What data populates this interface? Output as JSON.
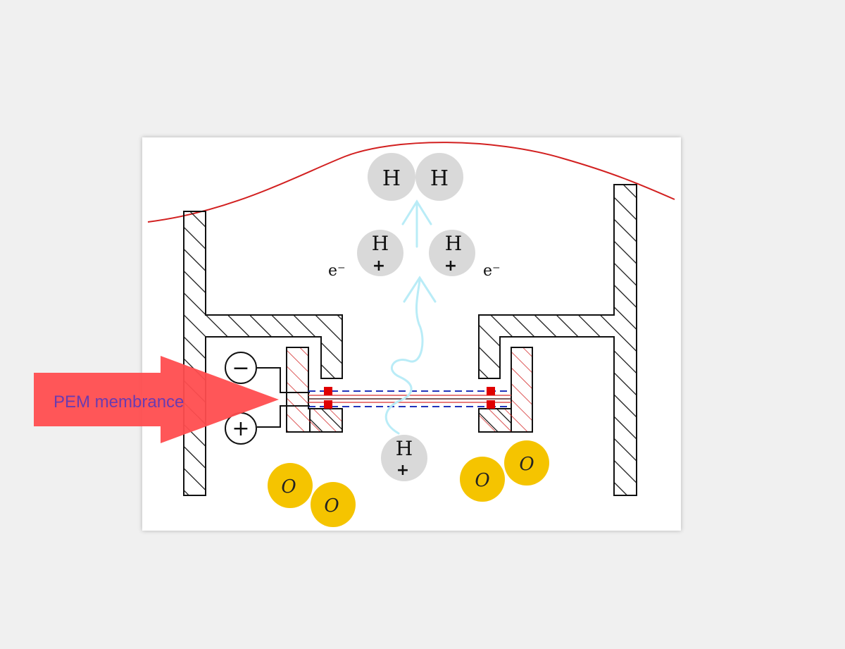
{
  "diagram": {
    "callout": {
      "label": "PEM membrance",
      "color": "#ff4d4f"
    },
    "h2_molecule": {
      "atoms": [
        "H",
        "H"
      ]
    },
    "protons": [
      {
        "symbol": "H",
        "charge": "+"
      },
      {
        "symbol": "H",
        "charge": "+"
      },
      {
        "symbol": "H",
        "charge": "+"
      }
    ],
    "electrons": [
      "e⁻",
      "e⁻"
    ],
    "oxygen_atoms": [
      "O",
      "O",
      "O",
      "O"
    ],
    "terminals": {
      "negative": "−",
      "positive": "+"
    },
    "colors": {
      "atom_fill": "#d9d9d9",
      "oxygen_fill": "#f5c400",
      "gas_boundary": "#d22020",
      "proton_path": "#b9ecf7",
      "membrane_dashed": "#2233bb",
      "seal": "#e00000"
    }
  }
}
